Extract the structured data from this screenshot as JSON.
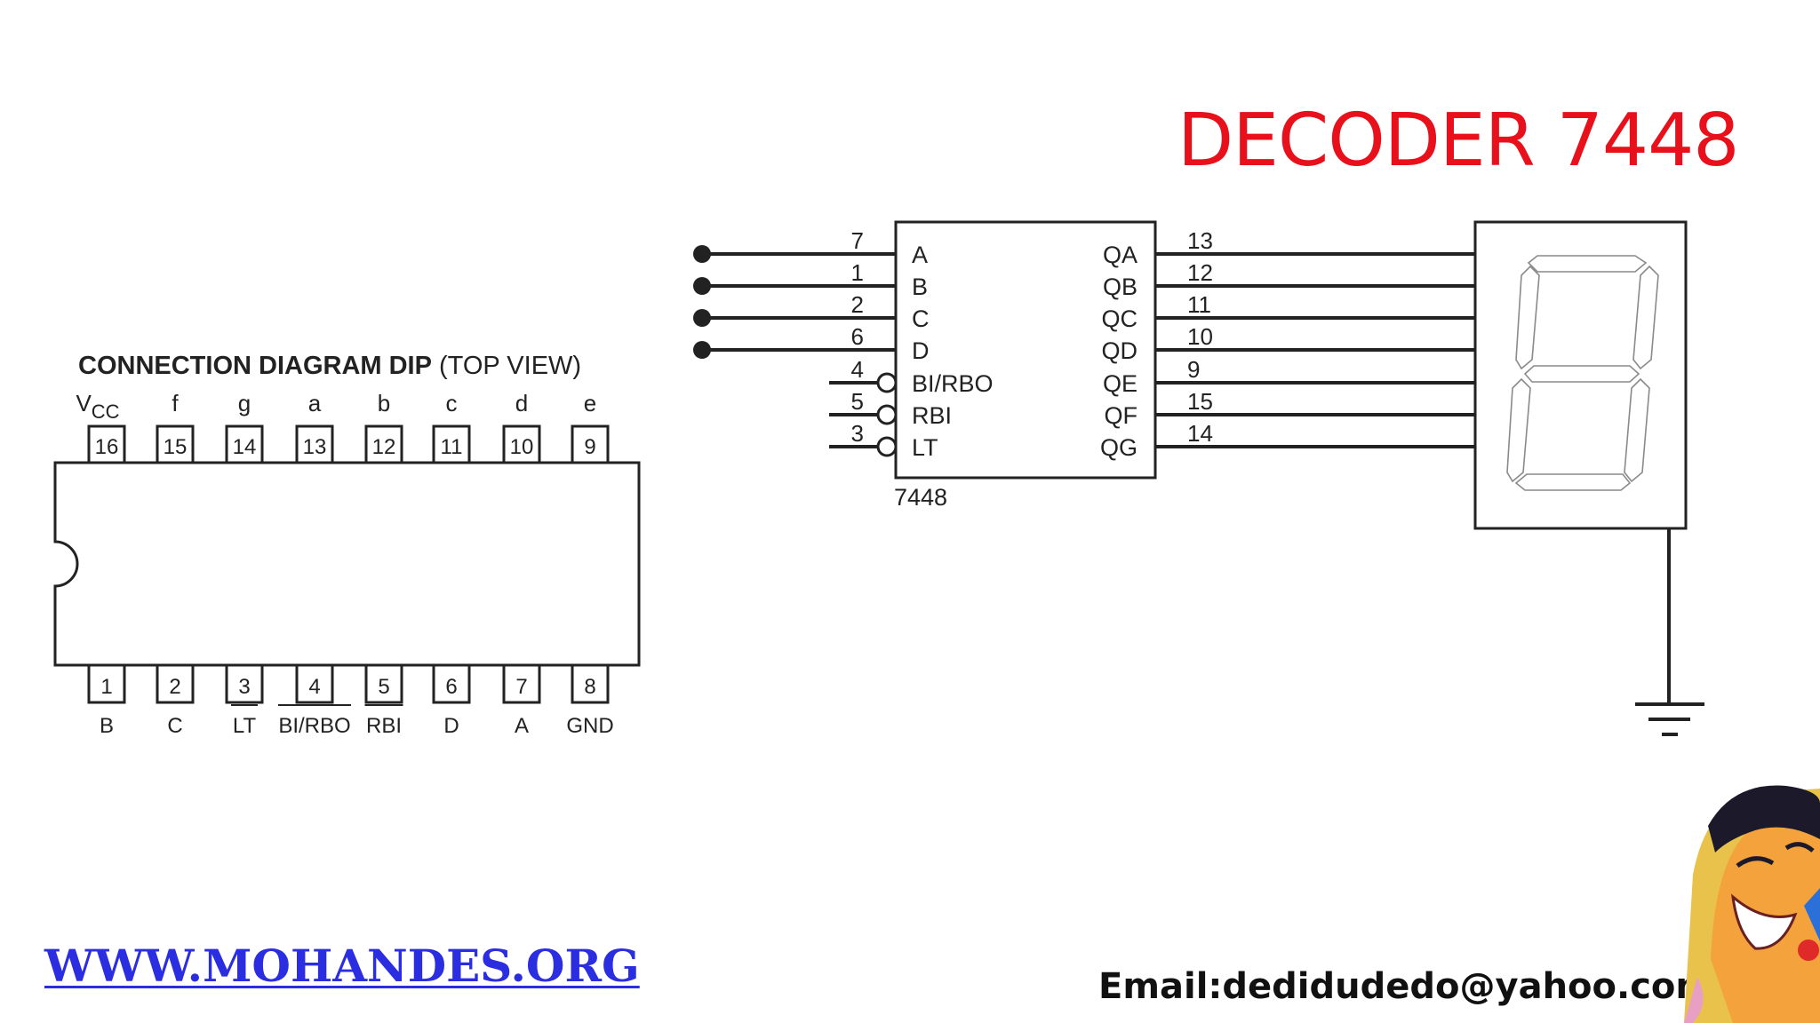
{
  "title": "DECODER 7448",
  "dip": {
    "heading_bold": "CONNECTION DIAGRAM DIP",
    "heading_normal": "(TOP VIEW)",
    "top_pins": [
      {
        "num": "16",
        "label": "V",
        "sub": "CC"
      },
      {
        "num": "15",
        "label": "f"
      },
      {
        "num": "14",
        "label": "g"
      },
      {
        "num": "13",
        "label": "a"
      },
      {
        "num": "12",
        "label": "b"
      },
      {
        "num": "11",
        "label": "c"
      },
      {
        "num": "10",
        "label": "d"
      },
      {
        "num": "9",
        "label": "e"
      }
    ],
    "bottom_pins": [
      {
        "num": "1",
        "label": "B"
      },
      {
        "num": "2",
        "label": "C"
      },
      {
        "num": "3",
        "label": "LT",
        "overbar": true
      },
      {
        "num": "4",
        "label": "BI/RBO",
        "overbar": true
      },
      {
        "num": "5",
        "label": "RBI",
        "overbar": true
      },
      {
        "num": "6",
        "label": "D"
      },
      {
        "num": "7",
        "label": "A"
      },
      {
        "num": "8",
        "label": "GND"
      }
    ]
  },
  "schematic": {
    "chip_name": "7448",
    "inputs": [
      {
        "pin": "7",
        "label": "A",
        "dot": true
      },
      {
        "pin": "1",
        "label": "B",
        "dot": true
      },
      {
        "pin": "2",
        "label": "C",
        "dot": true
      },
      {
        "pin": "6",
        "label": "D",
        "dot": true
      },
      {
        "pin": "4",
        "label": "BI/RBO",
        "bubble": true
      },
      {
        "pin": "5",
        "label": "RBI",
        "bubble": true
      },
      {
        "pin": "3",
        "label": "LT",
        "bubble": true
      }
    ],
    "outputs": [
      {
        "pin": "13",
        "label": "QA"
      },
      {
        "pin": "12",
        "label": "QB"
      },
      {
        "pin": "11",
        "label": "QC"
      },
      {
        "pin": "10",
        "label": "QD"
      },
      {
        "pin": "9",
        "label": "QE"
      },
      {
        "pin": "15",
        "label": "QF"
      },
      {
        "pin": "14",
        "label": "QG"
      }
    ]
  },
  "footer": {
    "website": "WWW.MOHANDES.ORG",
    "email": "Email:dedidudedo@yahoo.com"
  },
  "colors": {
    "title": "#e8101a",
    "website": "#2a2ee0",
    "line": "#222222"
  }
}
